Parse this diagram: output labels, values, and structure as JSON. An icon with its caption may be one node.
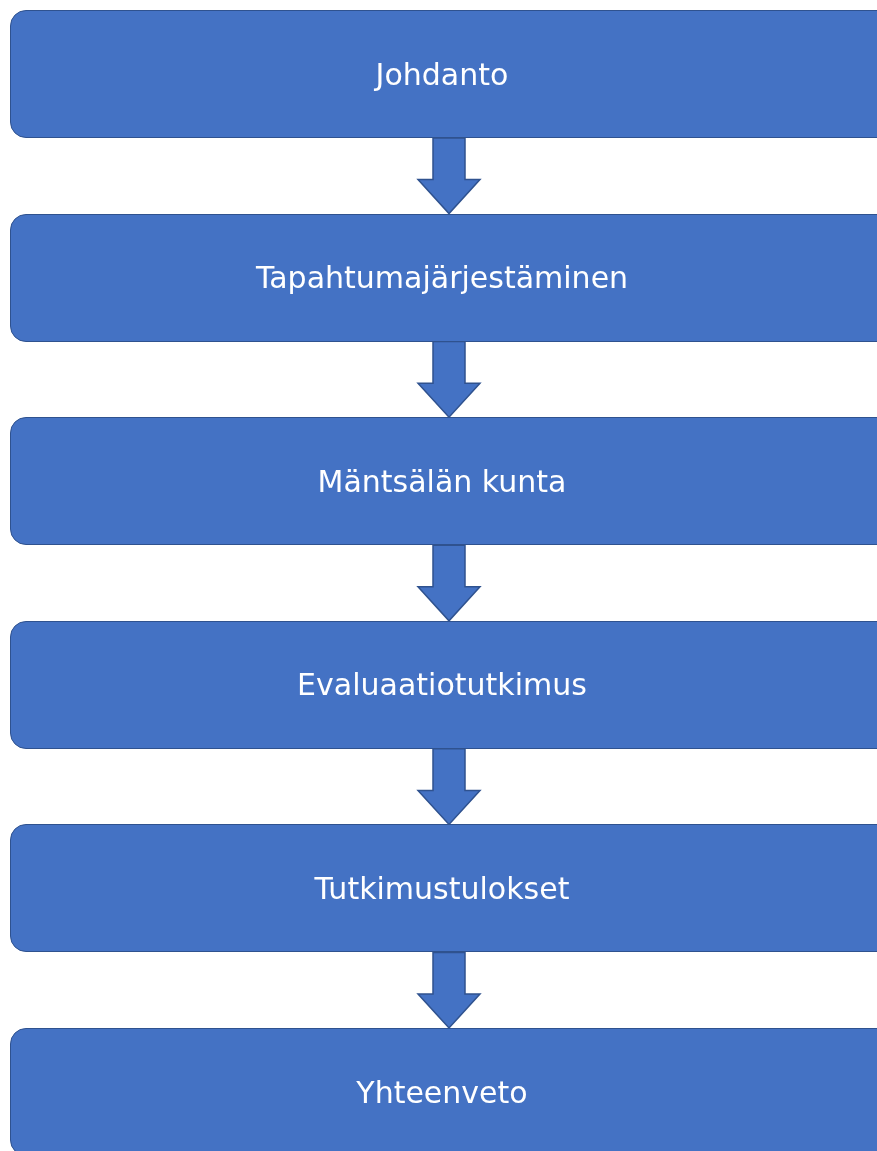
{
  "diagram": {
    "nodes": [
      {
        "text": [
          "Johdanto"
        ]
      },
      {
        "text": [
          "Tapahtumajärjestäminen"
        ]
      },
      {
        "text": [
          "Mäntsälän kunta"
        ]
      },
      {
        "text": [
          "Evaluaatiotutkimus"
        ]
      },
      {
        "text": [
          "Tutkimustulokset"
        ]
      },
      {
        "text": [
          "Yhteenveto"
        ]
      }
    ],
    "edges": [
      {
        "from": 0,
        "to": 1,
        "arrow": "to"
      },
      {
        "from": 1,
        "to": 2,
        "arrow": "to"
      },
      {
        "from": 2,
        "to": 3,
        "arrow": "to"
      },
      {
        "from": 3,
        "to": 4,
        "arrow": "to"
      },
      {
        "from": 4,
        "to": 5,
        "arrow": "to"
      }
    ]
  }
}
